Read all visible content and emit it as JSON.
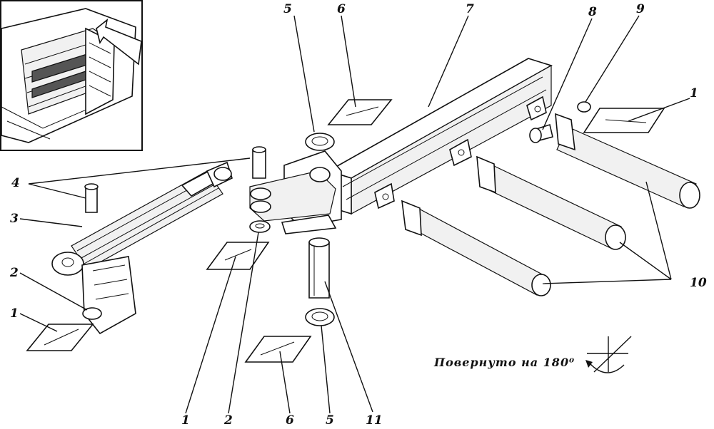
{
  "callouts": {
    "c1_top_right": "1",
    "c1_left": "1",
    "c1_bottom": "1",
    "c2_left": "2",
    "c2_bottom": "2",
    "c3": "3",
    "c4": "4",
    "c5_top": "5",
    "c5_bottom": "5",
    "c6_top": "6",
    "c6_bottom": "6",
    "c7": "7",
    "c8": "8",
    "c9": "9",
    "c10": "10",
    "c11": "11"
  },
  "note": {
    "text": "Повернуто на 180⁰"
  }
}
